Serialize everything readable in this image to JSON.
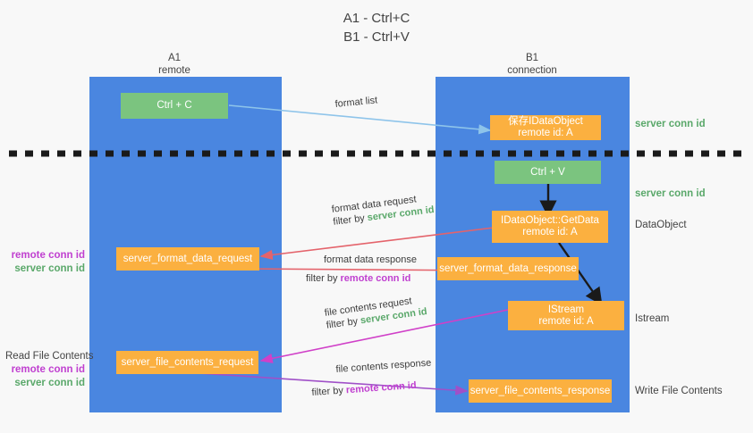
{
  "title": {
    "line1": "A1 - Ctrl+C",
    "line2": "B1 - Ctrl+V"
  },
  "columns": [
    {
      "id": "a1",
      "name": "A1",
      "sub": "remote"
    },
    {
      "id": "b1",
      "name": "B1",
      "sub": "connection"
    }
  ],
  "nodes": {
    "ctrl_c": "Ctrl + C",
    "idataobject": "保存IDataObject\nremote id: A",
    "ctrl_v": "Ctrl + V",
    "getdata": "IDataObject::GetData\nremote id: A",
    "server_format_data_request": "server_format_data_request",
    "server_format_data_response": "server_format_data_response",
    "istream": "IStream\nremote id: A",
    "server_file_contents_request": "server_file_contents_request",
    "server_file_contents_response": "server_file_contents_response"
  },
  "edge_labels": {
    "format_list": "format list",
    "format_data_request": "format data request",
    "format_data_request_filter_pre": "filter by ",
    "format_data_request_filter_key": "server conn id",
    "format_data_response": "format data response",
    "format_data_response_filter_pre": "filter by ",
    "format_data_response_filter_key": "remote conn id",
    "file_contents_request": "file contents request",
    "file_contents_request_filter_pre": "filter by ",
    "file_contents_request_filter_key": "server conn id",
    "file_contents_response": "file contents response",
    "file_contents_response_filter_pre": "filter by ",
    "file_contents_response_filter_key": "remote conn id"
  },
  "right_notes": {
    "server_conn_id_1": "server conn id",
    "server_conn_id_2": "server conn id",
    "dataobject": "DataObject",
    "istream": "Istream",
    "write_file_contents": "Write File Contents"
  },
  "left_notes": {
    "mid_remote": "remote conn id",
    "mid_server": "server conn id",
    "read_file_contents": "Read File Contents",
    "bottom_remote": "remote conn id",
    "bottom_server": "server conn id"
  },
  "colors": {
    "lane": "#4a86e0",
    "green_box": "#7bc47f",
    "orange_box": "#fbb040",
    "green_text": "#5aa86a",
    "purple_text": "#c040d0",
    "arrow_light_blue": "#8ec4ea",
    "arrow_red": "#e4636b",
    "arrow_magenta": "#d040c8",
    "arrow_purple": "#a050c8",
    "arrow_black": "#1a1a1a",
    "background": "#f8f8f8"
  }
}
